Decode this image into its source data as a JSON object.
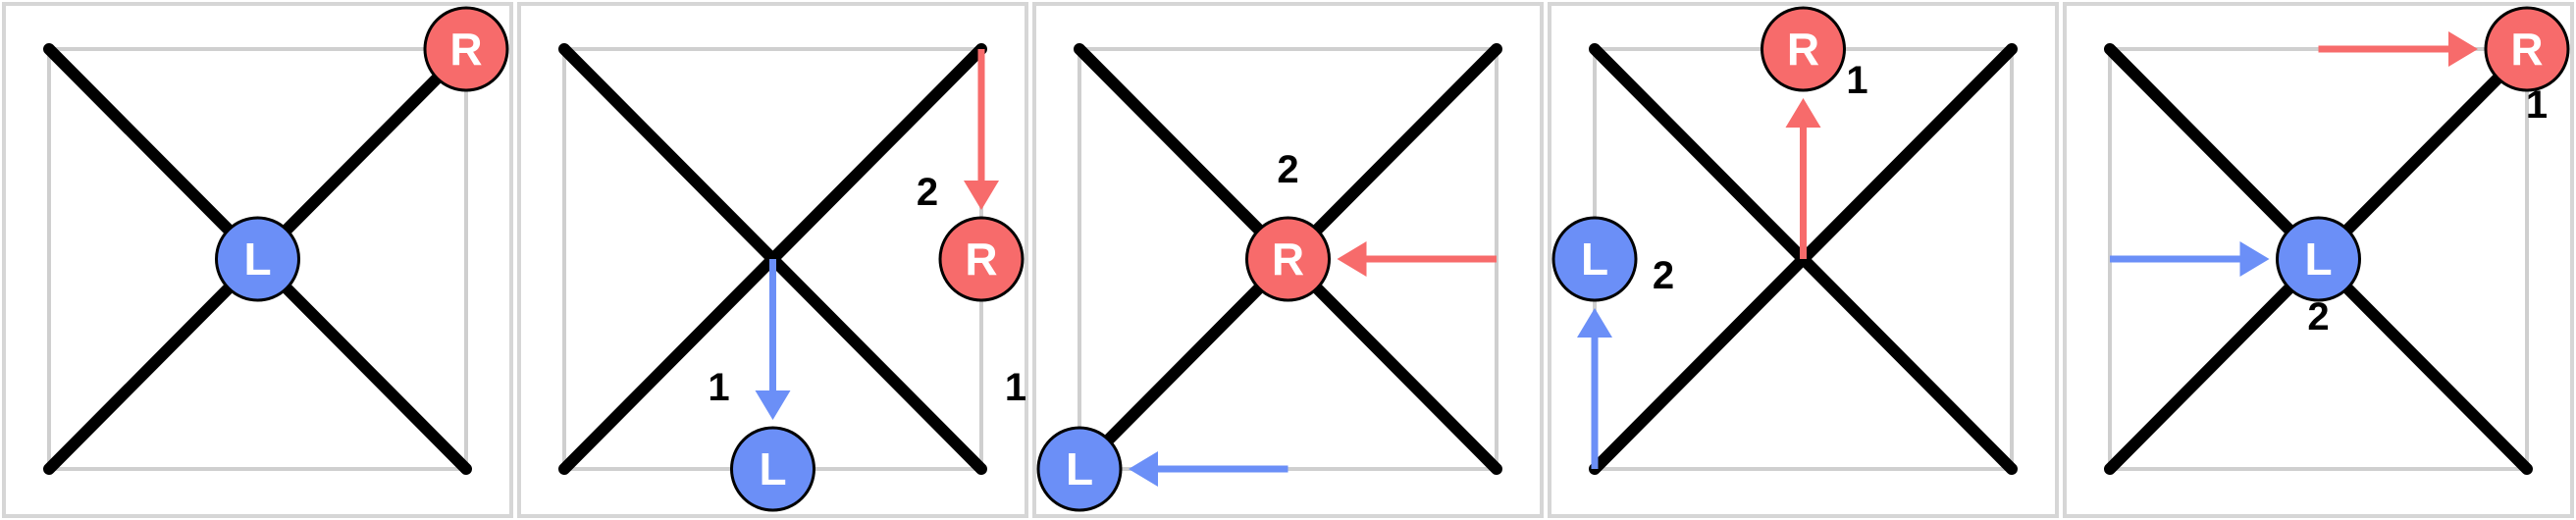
{
  "panels": [
    {
      "nodes": [
        {
          "id": "R",
          "label": "R",
          "color": "#f76b6b",
          "pos": "top-right"
        },
        {
          "id": "L",
          "label": "L",
          "color": "#6b8ff7",
          "pos": "center"
        }
      ],
      "arrows": [],
      "steps": []
    },
    {
      "nodes": [
        {
          "id": "R",
          "label": "R",
          "color": "#f76b6b",
          "pos": "right-middle"
        },
        {
          "id": "L",
          "label": "L",
          "color": "#6b8ff7",
          "pos": "bottom-middle"
        }
      ],
      "arrows": [
        {
          "color": "#6b8ff7",
          "from": "center",
          "to": "bottom-middle"
        },
        {
          "color": "#f76b6b",
          "from": "top-right",
          "to": "right-middle"
        }
      ],
      "steps": [
        {
          "text": "1",
          "near": "L"
        },
        {
          "text": "2",
          "near": "R"
        }
      ]
    },
    {
      "nodes": [
        {
          "id": "R",
          "label": "R",
          "color": "#f76b6b",
          "pos": "center"
        },
        {
          "id": "L",
          "label": "L",
          "color": "#6b8ff7",
          "pos": "bottom-left"
        }
      ],
      "arrows": [
        {
          "color": "#f76b6b",
          "from": "right-middle",
          "to": "center"
        },
        {
          "color": "#6b8ff7",
          "from": "bottom-middle",
          "to": "bottom-left"
        }
      ],
      "steps": [
        {
          "text": "1",
          "near": "L"
        },
        {
          "text": "2",
          "near": "R"
        }
      ]
    },
    {
      "nodes": [
        {
          "id": "R",
          "label": "R",
          "color": "#f76b6b",
          "pos": "top-middle"
        },
        {
          "id": "L",
          "label": "L",
          "color": "#6b8ff7",
          "pos": "left-middle"
        }
      ],
      "arrows": [
        {
          "color": "#f76b6b",
          "from": "center",
          "to": "top-middle"
        },
        {
          "color": "#6b8ff7",
          "from": "bottom-left",
          "to": "left-middle"
        }
      ],
      "steps": [
        {
          "text": "1",
          "near": "R"
        },
        {
          "text": "2",
          "near": "L"
        }
      ]
    },
    {
      "nodes": [
        {
          "id": "R",
          "label": "R",
          "color": "#f76b6b",
          "pos": "top-right"
        },
        {
          "id": "L",
          "label": "L",
          "color": "#6b8ff7",
          "pos": "center"
        }
      ],
      "arrows": [
        {
          "color": "#f76b6b",
          "from": "top-middle",
          "to": "top-right"
        },
        {
          "color": "#6b8ff7",
          "from": "left-middle",
          "to": "center"
        }
      ],
      "steps": [
        {
          "text": "1",
          "near": "R"
        },
        {
          "text": "2",
          "near": "L"
        }
      ]
    }
  ]
}
